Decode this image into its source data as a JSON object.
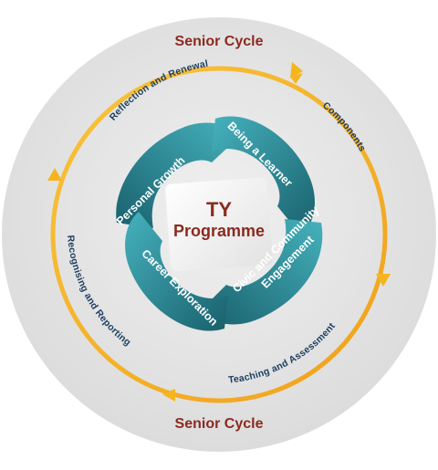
{
  "outer": {
    "top_label": "Senior Cycle",
    "bottom_label": "Senior Cycle"
  },
  "ring": {
    "top": "Reflection and Renewal",
    "right": "Components",
    "bottom": "Teaching and Assessment",
    "left": "Recognising and Reporting"
  },
  "bands": {
    "top_left": "Personal Growth",
    "top_right": "Being a Learner",
    "bottom_right_line1": "Civic and Community",
    "bottom_right_line2": "Engagement",
    "bottom_left": "Career Exploration"
  },
  "center": {
    "line1": "TY",
    "line2": "Programme"
  },
  "colors": {
    "background_disc": "#e6e6e6",
    "arrow_ring": "#f6b51f",
    "band_dark": "#1d6f7d",
    "band_light": "#3aa6b2",
    "title_red": "#8b2a1f",
    "ring_text_navy": "#1f3f63"
  }
}
